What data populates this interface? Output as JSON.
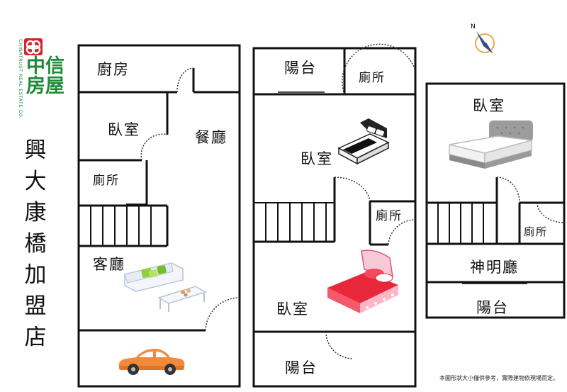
{
  "brand": {
    "name_line1": "中信",
    "name_line2": "房屋",
    "english": "CHINATRUST REAL ESTATE CO.",
    "color": "#1f8a3a",
    "logo_color": "#d8202a"
  },
  "store": {
    "name": "興大康橋加盟店"
  },
  "floor1": {
    "kitchen": "廚房",
    "bedroom": "臥室",
    "dining": "餐廳",
    "toilet": "廁所",
    "living": "客廳"
  },
  "floor2": {
    "balcony_top": "陽台",
    "toilet_top": "廁所",
    "bedroom_top": "臥室",
    "toilet_mid": "廁所",
    "bedroom_bottom": "臥室",
    "balcony_bottom": "陽台"
  },
  "floor3": {
    "bedroom": "臥室",
    "toilet": "廁所",
    "shrine": "神明廳",
    "balcony": "陽台"
  },
  "footnote": "本圖形狀大小僅供參考，實際建物依現場而定。",
  "icons": [
    "compass-icon",
    "sofa-icon",
    "coffee-table-icon",
    "car-icon",
    "bed-icon"
  ]
}
